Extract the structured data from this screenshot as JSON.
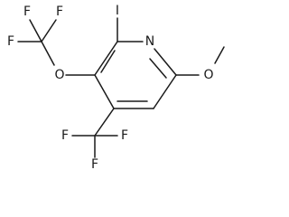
{
  "molecule": {
    "atoms": {
      "iodine": "I",
      "ring_nitrogen": "N",
      "ether_oxygen_trifluoromethoxy": "O",
      "ether_oxygen_methoxy": "O",
      "fluorine_ocf3_top_left": "F",
      "fluorine_ocf3_top_right": "F",
      "fluorine_ocf3_left": "F",
      "fluorine_cf3_left": "F",
      "fluorine_cf3_right": "F",
      "fluorine_cf3_bottom": "F"
    }
  }
}
